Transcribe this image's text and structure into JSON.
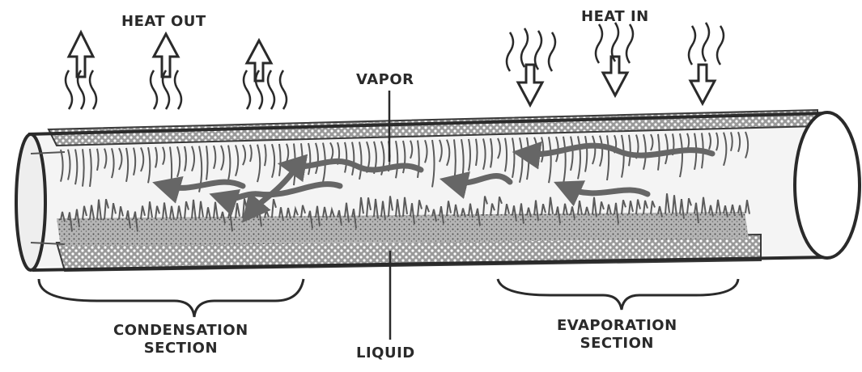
{
  "labels": {
    "heat_out": "HEAT OUT",
    "heat_in": "HEAT IN",
    "vapor": "VAPOR",
    "liquid": "LIQUID",
    "condensation_line1": "CONDENSATION",
    "condensation_line2": "SECTION",
    "evaporation_line1": "EVAPORATION",
    "evaporation_line2": "SECTION"
  },
  "colors": {
    "ink": "#2a2a2a",
    "wick": "#8a8a8a",
    "wick_dark": "#5a5a5a",
    "paper": "#ffffff"
  }
}
